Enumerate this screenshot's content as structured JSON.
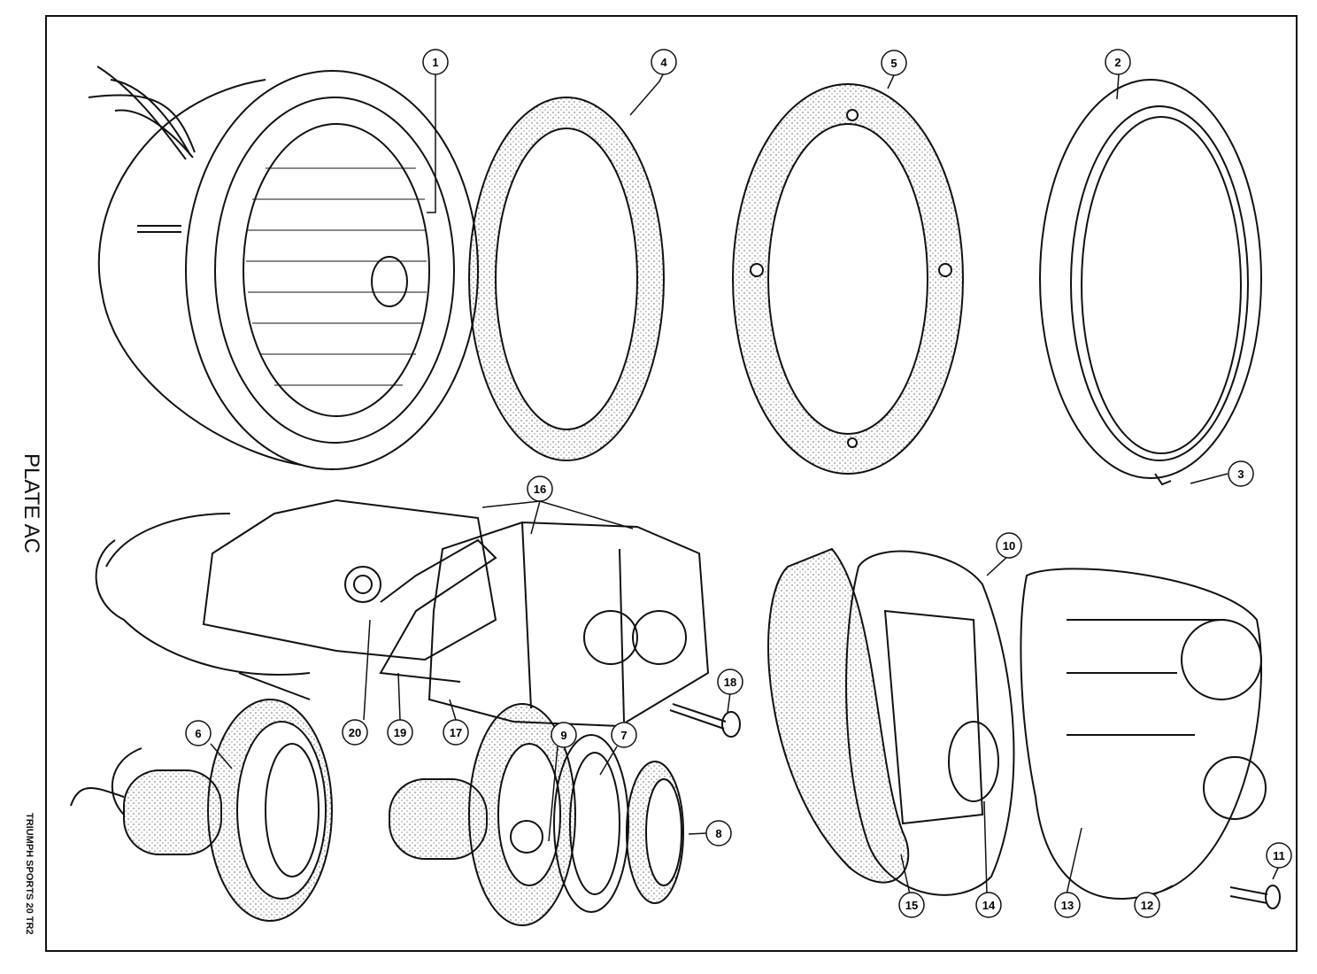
{
  "plate": {
    "title": "PLATE AC",
    "footer": "TRIUMPH SPORTS 20 TR2"
  },
  "callouts": [
    {
      "id": "1",
      "label": "1"
    },
    {
      "id": "2",
      "label": "2"
    },
    {
      "id": "3",
      "label": "3"
    },
    {
      "id": "4",
      "label": "4"
    },
    {
      "id": "5",
      "label": "5"
    },
    {
      "id": "6",
      "label": "6"
    },
    {
      "id": "7",
      "label": "7"
    },
    {
      "id": "8",
      "label": "8"
    },
    {
      "id": "9",
      "label": "9"
    },
    {
      "id": "10",
      "label": "10"
    },
    {
      "id": "11",
      "label": "11"
    },
    {
      "id": "12",
      "label": "12"
    },
    {
      "id": "13",
      "label": "13"
    },
    {
      "id": "14",
      "label": "14"
    },
    {
      "id": "15",
      "label": "15"
    },
    {
      "id": "16",
      "label": "16"
    },
    {
      "id": "17",
      "label": "17"
    },
    {
      "id": "18",
      "label": "18"
    },
    {
      "id": "19",
      "label": "19"
    },
    {
      "id": "20",
      "label": "20"
    }
  ],
  "colors": {
    "ink": "#111111",
    "paper": "#ffffff"
  }
}
